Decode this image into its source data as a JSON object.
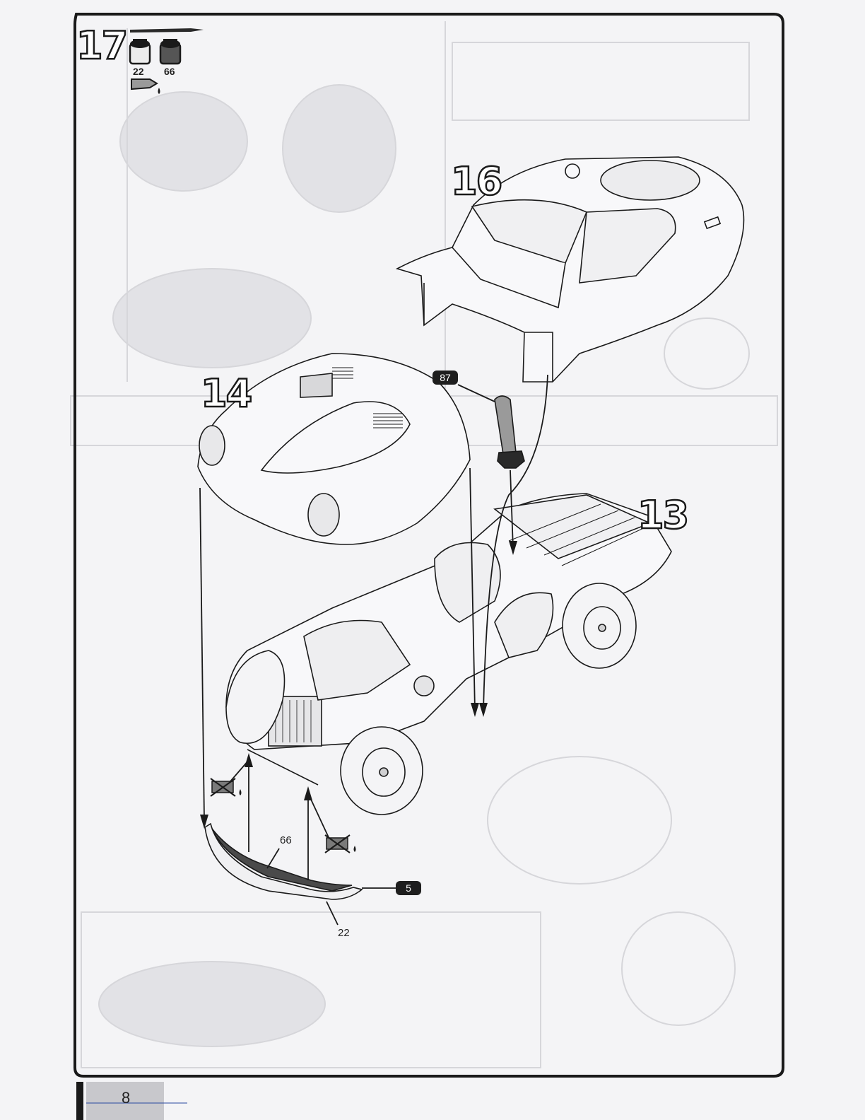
{
  "step": {
    "number": "17",
    "paints": [
      {
        "code": "22",
        "color": "#ececec"
      },
      {
        "code": "66",
        "color": "#555555"
      }
    ],
    "glue_icon": "glue-tube-icon",
    "brush_icon": "paint-brush-icon"
  },
  "parts": {
    "body_shell": "16",
    "bonnet": "14",
    "chassis": "13"
  },
  "callouts": {
    "bumper_paint": "66",
    "bumper_base_paint": "22",
    "bumper_part": "5",
    "exhaust_part": "87"
  },
  "no_glue_icon": "no-glue-icon",
  "page": {
    "number": "8"
  },
  "colors": {
    "line": "#1a1a1a",
    "paper": "#f4f4f6",
    "tag": "#1e1e1e",
    "bumper": "#4a4a4a"
  }
}
